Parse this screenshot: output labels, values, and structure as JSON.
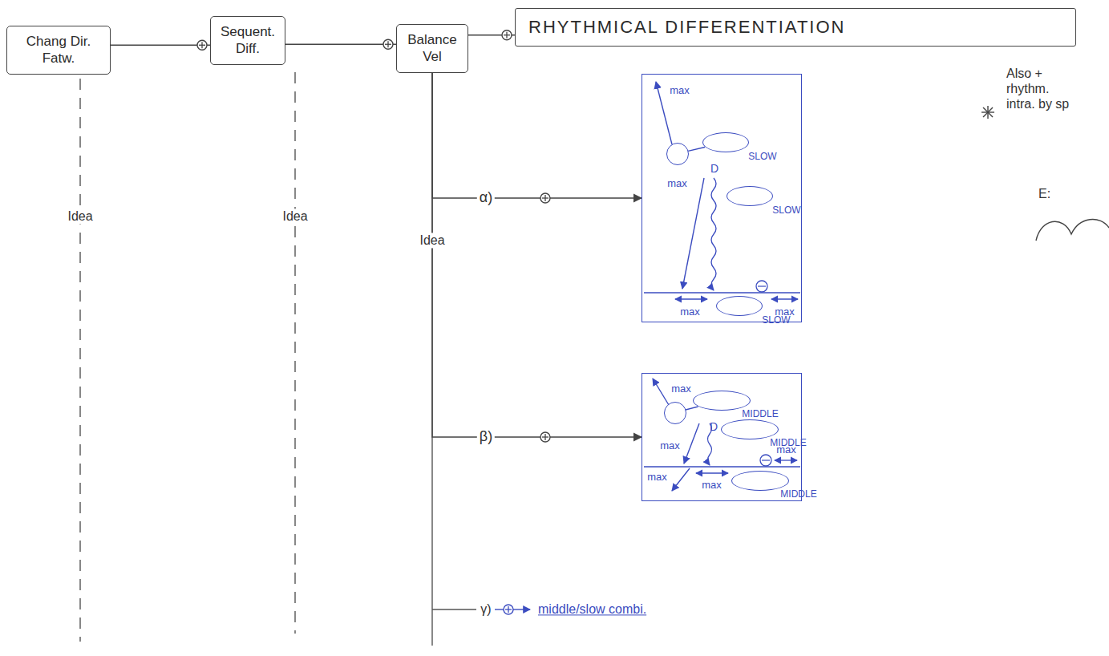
{
  "diagram": {
    "nodes": [
      {
        "text": [
          "Chang Dir. Fatw."
        ]
      },
      {
        "text": [
          "Sequent. Diff."
        ]
      },
      {
        "text": [
          "Balance Vel"
        ]
      },
      {
        "text": [
          "RHYTHMICAL DIFFERENTIATION"
        ]
      },
      {
        "text": [
          "max",
          "max",
          "max",
          "max"
        ]
      },
      {
        "text": [
          "D"
        ],
        "in": 4
      },
      {
        "text": [
          "SLOW"
        ],
        "in": 4
      },
      {
        "text": [
          "SLOW"
        ],
        "in": 4
      },
      {
        "text": [
          "SLOW"
        ],
        "in": 4
      },
      {
        "text": [
          "max",
          "max",
          "max",
          "max",
          "max"
        ]
      },
      {
        "text": [
          "D"
        ],
        "in": 9
      },
      {
        "text": [
          "MIDDLE"
        ],
        "in": 9
      },
      {
        "text": [
          "MIDDLE"
        ],
        "in": 9
      },
      {
        "text": [
          "MIDDLE"
        ],
        "in": 9
      }
    ],
    "edges": [
      {
        "from": 0,
        "to": 1,
        "arrow": "none"
      },
      {
        "from": 1,
        "to": 2,
        "arrow": "none"
      },
      {
        "from": 2,
        "to": 3,
        "arrow": "none"
      },
      {
        "from": 2,
        "to": 4,
        "label": "α)",
        "arrow": "to"
      },
      {
        "from": 2,
        "to": 9,
        "label": "β)",
        "arrow": "to"
      },
      {
        "from": 5,
        "to": 6,
        "arrow": "none"
      },
      {
        "from": 10,
        "to": 11,
        "arrow": "none"
      }
    ],
    "labels": [
      "Idea",
      "Idea",
      "Idea",
      "γ)",
      "middle/slow combi.",
      "Also + rhythm. intra. by sp",
      "E:"
    ]
  }
}
